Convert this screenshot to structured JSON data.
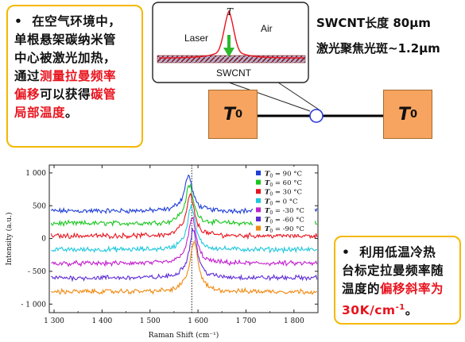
{
  "left_note": {
    "bullet": "•",
    "line1": "在空气环境中，",
    "line2": "单根悬架碳纳米管",
    "line3": "中心被激光加热，",
    "line4_pre": "通过",
    "line4_red": "测量拉曼频率",
    "line5_red": "偏移",
    "line5_mid": "可以获得",
    "line5_red2": "碳管",
    "line6_red": "局部温度",
    "line6_end": "。"
  },
  "inset": {
    "temp_label": "T",
    "air_label": "Air",
    "laser_label": "Laser",
    "tube_label": "SWCNT"
  },
  "specs": {
    "length": "SWCNT长度 80μm",
    "spot": "激光聚焦光斑~1.2μm"
  },
  "ends": {
    "left_symbol": "T",
    "left_sub": "0",
    "right_symbol": "T",
    "right_sub": "0"
  },
  "right_note": {
    "bullet": "•",
    "line1": "利用低温冷热",
    "line2": "台标定拉曼频率随",
    "line3_pre": "温度的",
    "line3_red": "偏移斜率为",
    "line4_red": "30K/cm",
    "line4_sup": "-1",
    "line4_end": "。"
  },
  "colors": {
    "accent_border": "#f5b800",
    "highlight": "#e8141e",
    "end_block": "#f7a460",
    "laser_arrow": "#2db82d",
    "peak_curve": "#e8141e"
  },
  "chart_data": {
    "type": "line",
    "xlabel": "Raman Shift (cm⁻¹)",
    "ylabel": "Intensity (a.u.)",
    "xlim": [
      1290,
      1850
    ],
    "ylim": [
      -1130,
      1120
    ],
    "xticks": [
      1300,
      1400,
      1500,
      1600,
      1700,
      1800
    ],
    "xtick_labels": [
      "1 300",
      "1 400",
      "1 500",
      "1 600",
      "1 700",
      "1 800"
    ],
    "yticks": [
      1000,
      500,
      0,
      -500,
      -1000
    ],
    "ytick_labels": [
      "1 000",
      "500",
      "0",
      "- 500",
      "- 1 000"
    ],
    "legend_position": "top-right",
    "reference_line_x": 1587,
    "series": [
      {
        "name_symbol": "T",
        "name_sub": "0",
        "name_value": "=  90 °C",
        "color": "#1f3fd6",
        "baseline": 420,
        "peak_x": 1580,
        "peak_height": 540
      },
      {
        "name_symbol": "T",
        "name_sub": "0",
        "name_value": "=  60 °C",
        "color": "#19c61e",
        "baseline": 230,
        "peak_x": 1582,
        "peak_height": 580
      },
      {
        "name_symbol": "T",
        "name_sub": "0",
        "name_value": "=  30 °C",
        "color": "#e8141e",
        "baseline": 40,
        "peak_x": 1584,
        "peak_height": 620
      },
      {
        "name_symbol": "T",
        "name_sub": "0",
        "name_value": "=   0 °C",
        "color": "#1fc7dd",
        "baseline": -170,
        "peak_x": 1586,
        "peak_height": 660
      },
      {
        "name_symbol": "T",
        "name_sub": "0",
        "name_value": "= -30 °C",
        "color": "#c31fd0",
        "baseline": -380,
        "peak_x": 1588,
        "peak_height": 700
      },
      {
        "name_symbol": "T",
        "name_sub": "0",
        "name_value": "= -60 °C",
        "color": "#5e2cd6",
        "baseline": -600,
        "peak_x": 1590,
        "peak_height": 740
      },
      {
        "name_symbol": "T",
        "name_sub": "0",
        "name_value": "= -90 °C",
        "color": "#f08a12",
        "baseline": -810,
        "peak_x": 1592,
        "peak_height": 780
      }
    ]
  }
}
